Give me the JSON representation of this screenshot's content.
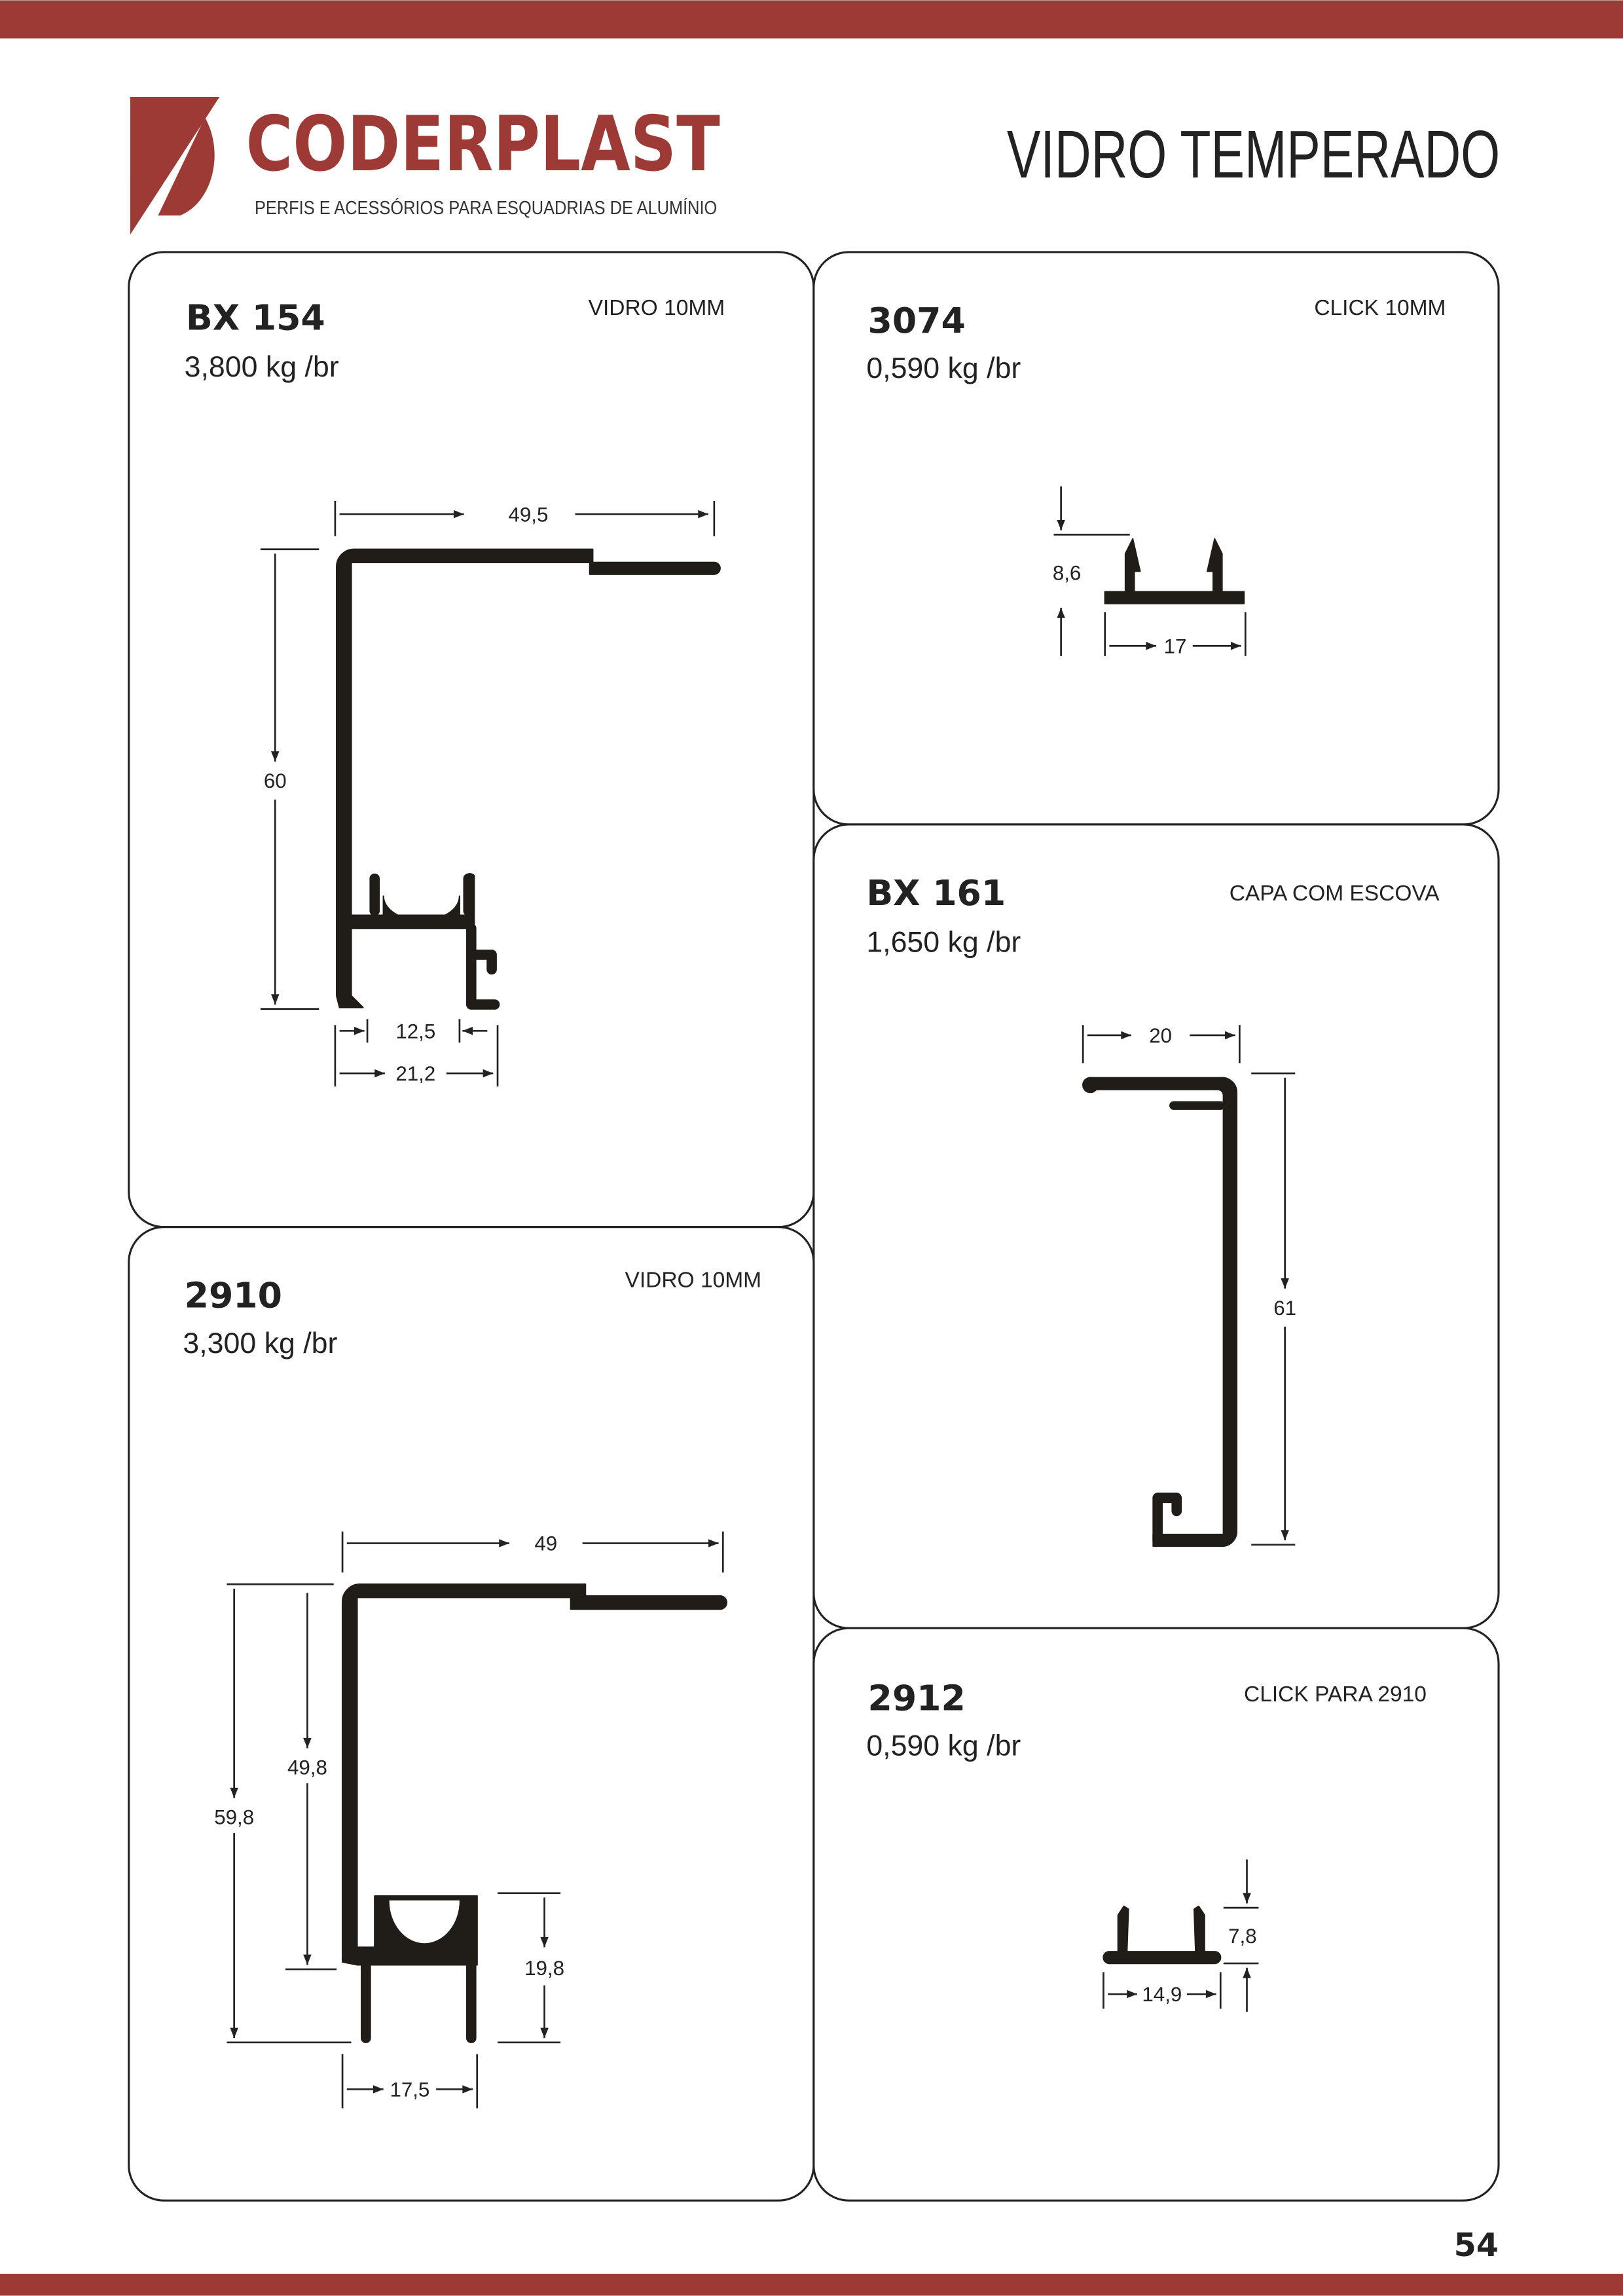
{
  "header": {
    "logo_name": "CODERPLAST",
    "logo_tagline": "PERFIS E ACESSÓRIOS PARA ESQUADRIAS DE ALUMÍNIO",
    "title": "VIDRO TEMPERADO"
  },
  "colors": {
    "brand_red": "#9e3a36",
    "ink": "#201c18"
  },
  "profiles": [
    {
      "code": "BX 154",
      "weight": "3,800 kg /br",
      "note": "VIDRO 10MM",
      "dims": [
        "49,5",
        "60",
        "12,5",
        "21,2"
      ]
    },
    {
      "code": "3074",
      "weight": "0,590 kg /br",
      "note": "CLICK 10MM",
      "dims": [
        "8,6",
        "17"
      ]
    },
    {
      "code": "BX 161",
      "weight": "1,650 kg /br",
      "note": "CAPA COM ESCOVA",
      "dims": [
        "20",
        "61"
      ]
    },
    {
      "code": "2910",
      "weight": "3,300 kg /br",
      "note": "VIDRO 10MM",
      "dims": [
        "49",
        "59,8",
        "49,8",
        "19,8",
        "17,5"
      ]
    },
    {
      "code": "2912",
      "weight": "0,590 kg /br",
      "note": "CLICK PARA 2910",
      "dims": [
        "7,8",
        "14,9"
      ]
    }
  ],
  "page_number": "54"
}
